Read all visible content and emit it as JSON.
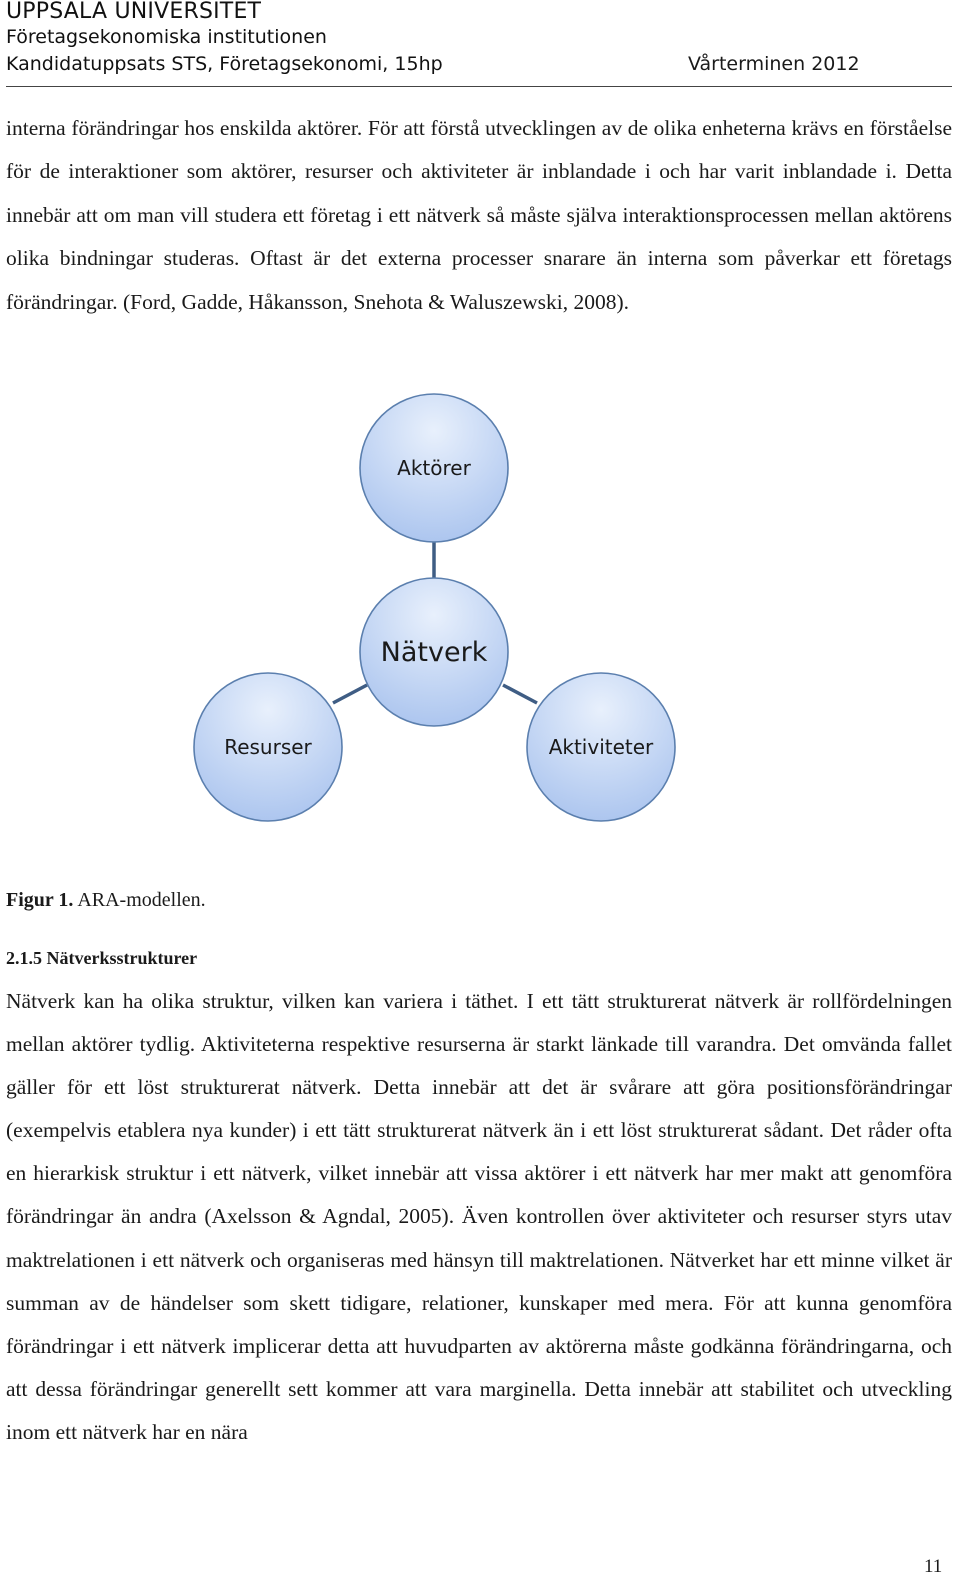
{
  "header": {
    "university": "UPPSALA UNIVERSITET",
    "department": "Företagsekonomiska institutionen",
    "course": "Kandidatuppsats STS, Företagsekonomi, 15hp",
    "term": "Vårterminen 2012"
  },
  "paragraph1": "interna förändringar hos enskilda aktörer. För att förstå utvecklingen av de olika enheterna krävs en förståelse för de interaktioner som aktörer, resurser och aktiviteter är inblandade i och har varit inblandade i. Detta innebär att om man vill studera ett företag i ett nätverk så måste själva interaktionsprocessen mellan aktörens olika bindningar studeras. Oftast är det externa processer snarare än interna som påverkar ett företags förändringar. (Ford, Gadde, Håkansson, Snehota & Waluszewski, 2008).",
  "diagram": {
    "center": "Nätverk",
    "top": "Aktörer",
    "left": "Resurser",
    "right": "Aktiviteter",
    "fill_light": "#e8f0fc",
    "fill_dark": "#a9c3ee",
    "stroke": "#5b7fae",
    "connector": "#3f5d84"
  },
  "caption": {
    "label": "Figur 1.",
    "text": " ARA-modellen."
  },
  "section_heading": "2.1.5 Nätverksstrukturer",
  "paragraph2": "Nätverk kan ha olika struktur, vilken kan variera i täthet. I ett tätt strukturerat nätverk är rollfördelningen mellan aktörer tydlig. Aktiviteterna respektive resurserna är starkt länkade till varandra. Det omvända fallet gäller för ett löst strukturerat nätverk. Detta innebär att det är svårare att göra positionsförändringar (exempelvis etablera nya kunder) i ett tätt strukturerat nätverk än i ett löst strukturerat sådant. Det råder ofta en hierarkisk struktur i ett nätverk, vilket innebär att vissa aktörer i ett nätverk har mer makt att genomföra förändringar än andra (Axelsson & Agndal, 2005). Även kontrollen över aktiviteter och resurser styrs utav maktrelationen i ett nätverk och organiseras med hänsyn till maktrelationen. Nätverket har ett minne vilket är summan av de händelser som skett tidigare, relationer, kunskaper med mera. För att kunna genomföra förändringar i ett nätverk implicerar detta att huvudparten av aktörerna måste godkänna förändringarna, och att dessa förändringar generellt sett kommer att vara marginella. Detta innebär att stabilitet och utveckling inom ett nätverk har en nära",
  "page_number": "11"
}
